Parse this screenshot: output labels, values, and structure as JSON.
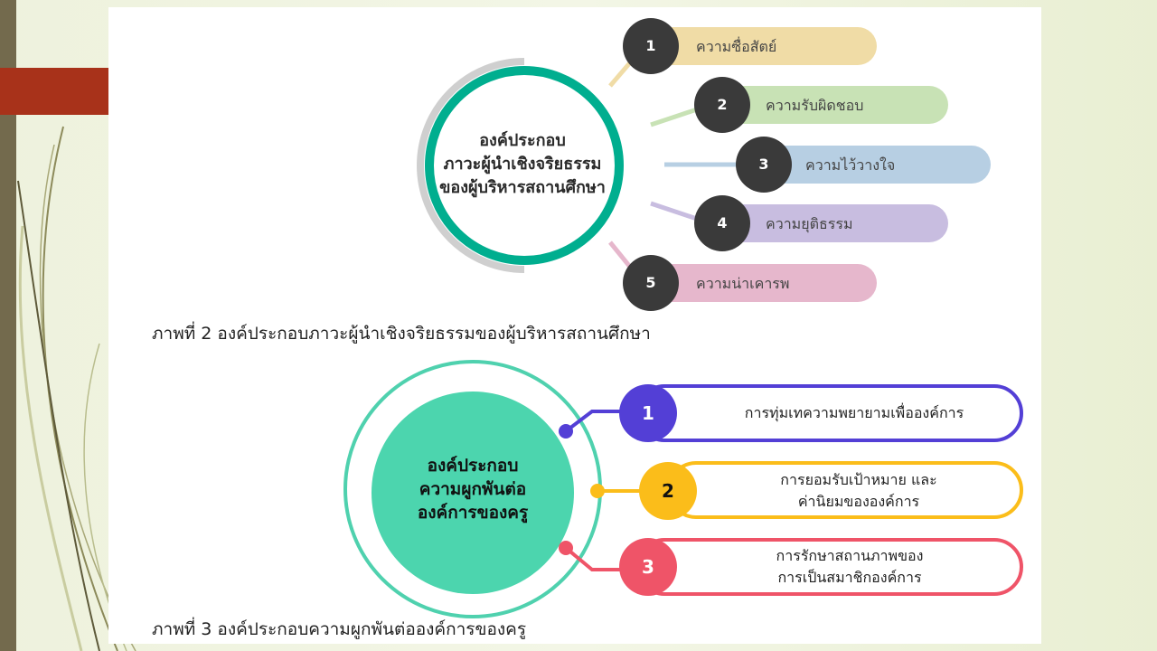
{
  "figure2": {
    "center_lines": [
      "องค์ประกอบ",
      "ภาวะผู้นำเชิงจริยธรรม",
      "ของผู้บริหารสถานศึกษา"
    ],
    "items": [
      {
        "number": "1",
        "label": "ความซื่อสัตย์",
        "color": "#f0dca6"
      },
      {
        "number": "2",
        "label": "ความรับผิดชอบ",
        "color": "#c8e2b5"
      },
      {
        "number": "3",
        "label": "ความไว้วางใจ",
        "color": "#b7cfe3"
      },
      {
        "number": "4",
        "label": "ความยุติธรรม",
        "color": "#c8bde0"
      },
      {
        "number": "5",
        "label": "ความน่าเคารพ",
        "color": "#e6b7cc"
      }
    ],
    "caption": "ภาพที่ 2 องค์ประกอบภาวะผู้นำเชิงจริยธรรมของผู้บริหารสถานศึกษา"
  },
  "figure3": {
    "center_lines": [
      "องค์ประกอบ",
      "ความผูกพันต่อ",
      "องค์การของครู"
    ],
    "items": [
      {
        "number": "1",
        "lines": [
          "การทุ่มเทความพยายามเพื่อองค์การ"
        ],
        "color": "#533fd6"
      },
      {
        "number": "2",
        "lines": [
          "การยอมรับเป้าหมาย และ",
          "ค่านิยมขององค์การ"
        ],
        "color": "#fbbd1a"
      },
      {
        "number": "3",
        "lines": [
          "การรักษาสถานภาพของ",
          "การเป็นสมาชิกองค์การ"
        ],
        "color": "#ef5468"
      }
    ],
    "caption": "ภาพที่ 3 องค์ประกอบความผูกพันต่อองค์การของครู"
  }
}
